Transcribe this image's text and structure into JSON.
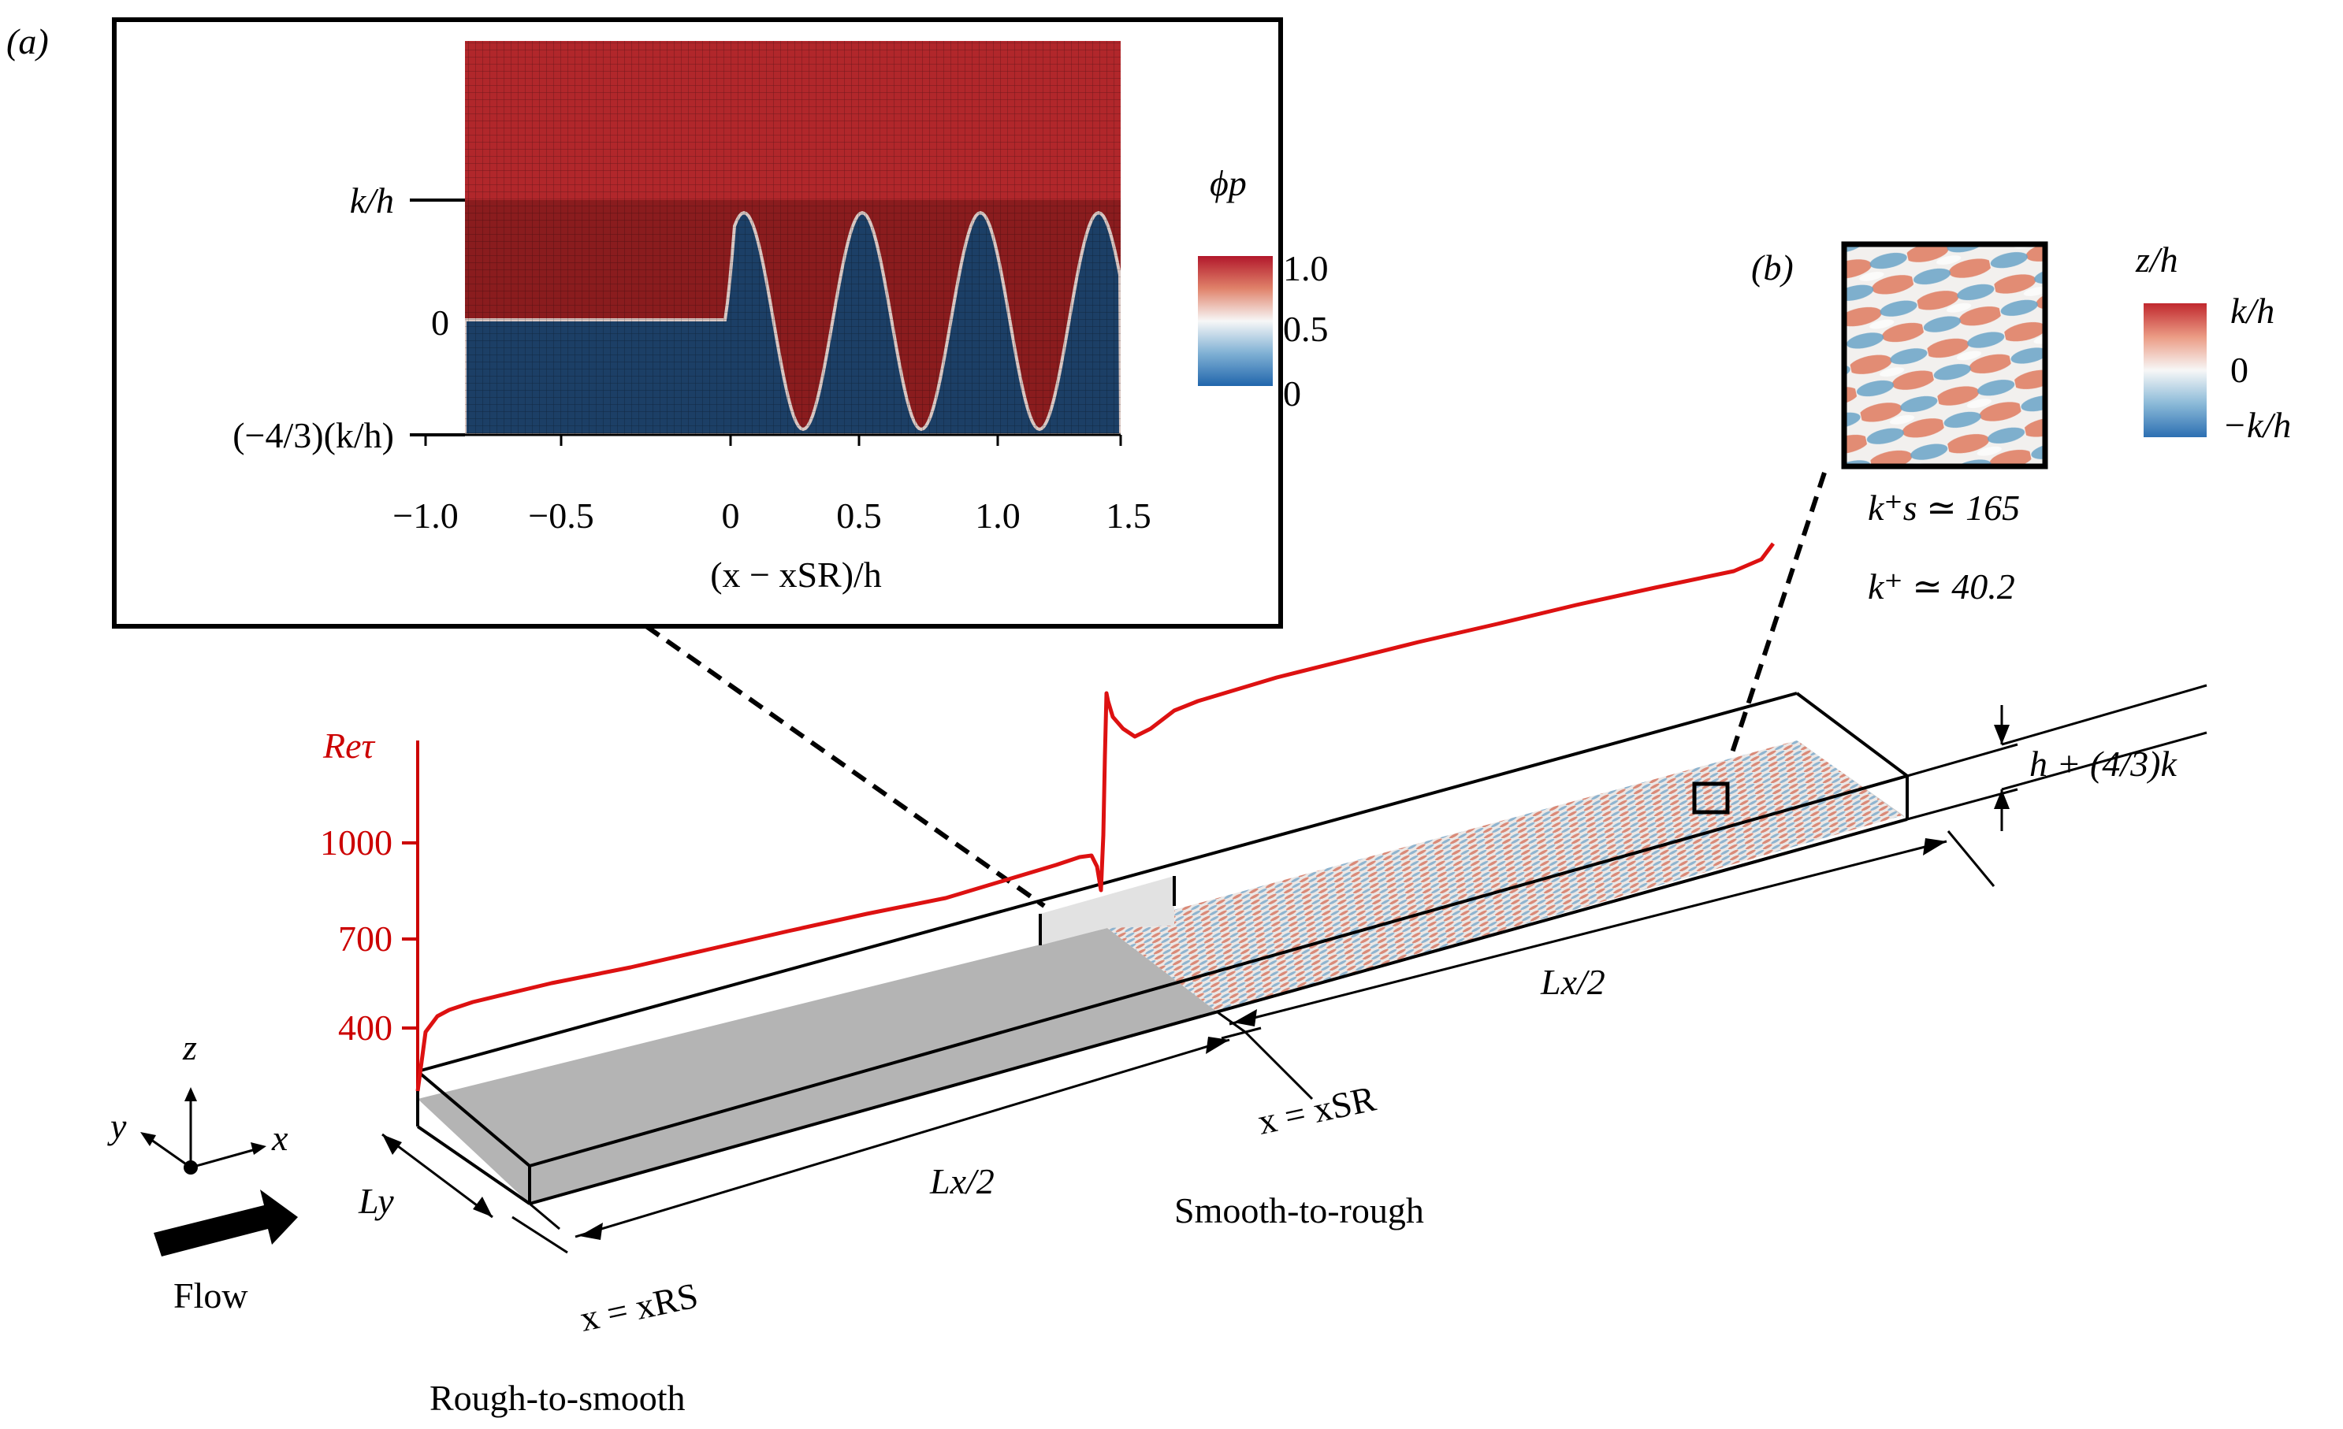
{
  "panel_a": {
    "tag": "(a)",
    "colorbar_title": "ϕp",
    "colorbar_ticks": [
      "1.0",
      "0.5",
      "0"
    ],
    "y_ticks": [
      "k/h",
      "0",
      "(−4/3)(k/h)"
    ],
    "x_ticks": [
      "−1.0",
      "−0.5",
      "0",
      "0.5",
      "1.0",
      "1.5"
    ],
    "x_label": "(x − xSR)/h",
    "colors": {
      "solid": "#1c3f66",
      "fluid_lower": "#8a1c1e",
      "fluid_upper": "#b1272b"
    }
  },
  "panel_b": {
    "tag": "(b)",
    "colorbar_title": "z/h",
    "colorbar_ticks": [
      "k/h",
      "0",
      "−k/h"
    ],
    "ks_plus": "k⁺s ≃ 165",
    "k_plus": "k⁺ ≃ 40.2"
  },
  "retau": {
    "label": "Reτ",
    "ticks": [
      "1000",
      "700",
      "400"
    ],
    "color": "#cc0000"
  },
  "domain": {
    "height_label": "h + (4/3)k",
    "lx_right": "Lx/2",
    "lx_left": "Lx/2",
    "ly": "Ly",
    "x_sr": "x = xSR",
    "x_rs": "x = xRS",
    "smooth_to_rough": "Smooth-to-rough",
    "rough_to_smooth": "Rough-to-smooth"
  },
  "axes": {
    "z": "z",
    "y": "y",
    "x": "x"
  },
  "flow": "Flow"
}
